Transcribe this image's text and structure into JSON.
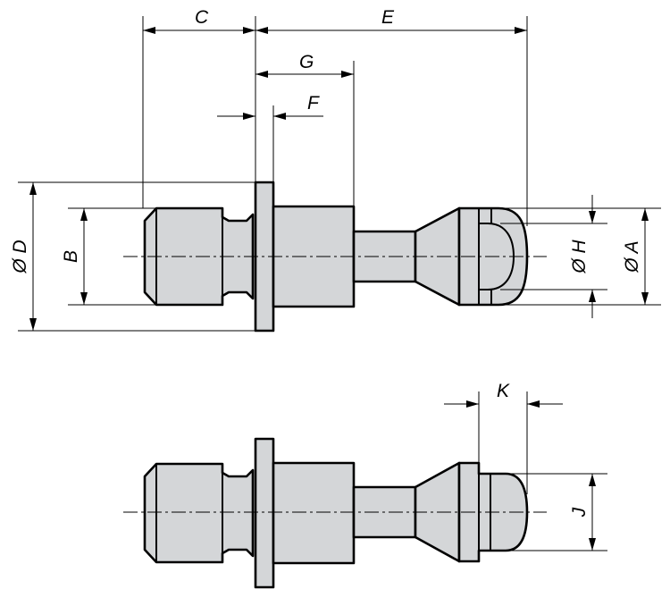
{
  "labels": {
    "C": "C",
    "E": "E",
    "G": "G",
    "F": "F",
    "D": "Ø D",
    "B": "B",
    "H": "Ø H",
    "A": "Ø A",
    "K": "K",
    "J": "J"
  },
  "colors": {
    "part_fill": "#d4d6d8",
    "line": "#000000",
    "background": "#ffffff"
  }
}
